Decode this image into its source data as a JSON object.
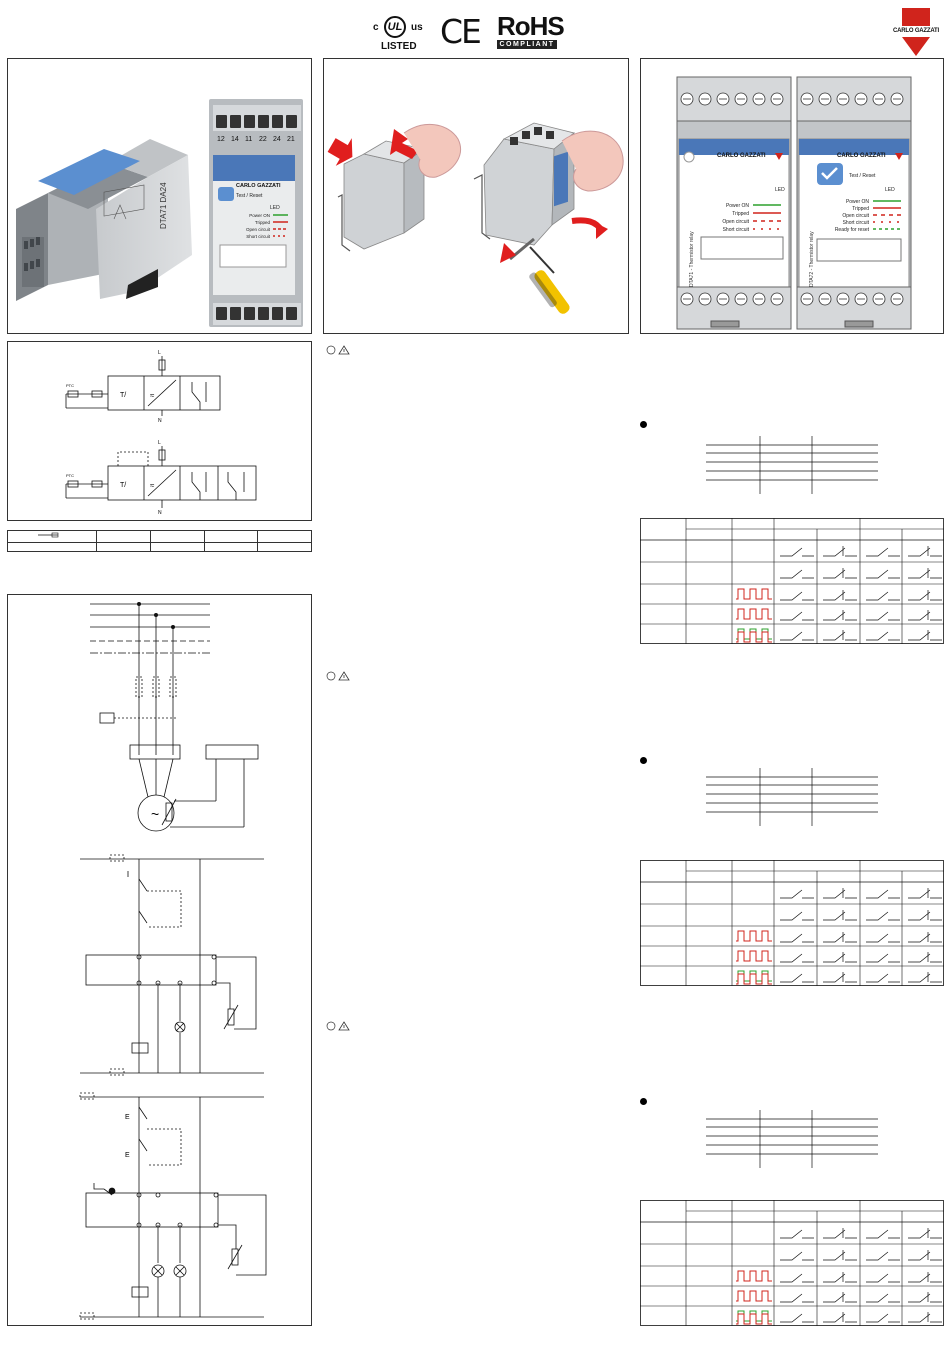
{
  "header": {
    "ul_c": "c",
    "ul_mark": "UL",
    "ul_us": "us",
    "ul_listed": "LISTED",
    "ce_mark": "CE",
    "rohs_title": "RoHS",
    "rohs_sub": "COMPLIANT",
    "brand_name": "CARLO GAZZATI"
  },
  "product_photo": {
    "device_a_side_label": "DTA71 DA24",
    "device_b_terminals_top": [
      "12",
      "14",
      "11",
      "22",
      "24",
      "21"
    ],
    "device_b_brand": "CARLO GAZZATI",
    "device_b_button": "Test / Reset",
    "device_b_led_title": "LED",
    "device_b_leds": [
      "Power ON",
      "Tripped",
      "Open circuit",
      "Short circuit"
    ]
  },
  "front_views": [
    {
      "brand": "CARLO GAZZATI",
      "side_label": "DTA71 - Thermistor relay",
      "led_title": "LED",
      "leds": [
        "Power ON",
        "Tripped",
        "Open circuit",
        "Short circuit"
      ]
    },
    {
      "brand": "CARLO GAZZATI",
      "side_label": "DTA72 - Thermistor relay",
      "button": "Test / Reset",
      "led_title": "LED",
      "leds": [
        "Power ON",
        "Tripped",
        "Open circuit",
        "Short circuit",
        "Ready for reset"
      ]
    }
  ],
  "wiring": {
    "terminal_L": "L",
    "terminal_N": "N",
    "block_label": "T/",
    "rect_symbol": "≈",
    "thermistor_label": "PTC",
    "switch_E": "E",
    "motor_symbol": "~"
  },
  "colors": {
    "device_grey": "#b8bcc0",
    "front_blue": "#4a77b8",
    "led_green": "#2da02d",
    "led_red": "#d0241c",
    "brand_red": "#d0241c"
  }
}
